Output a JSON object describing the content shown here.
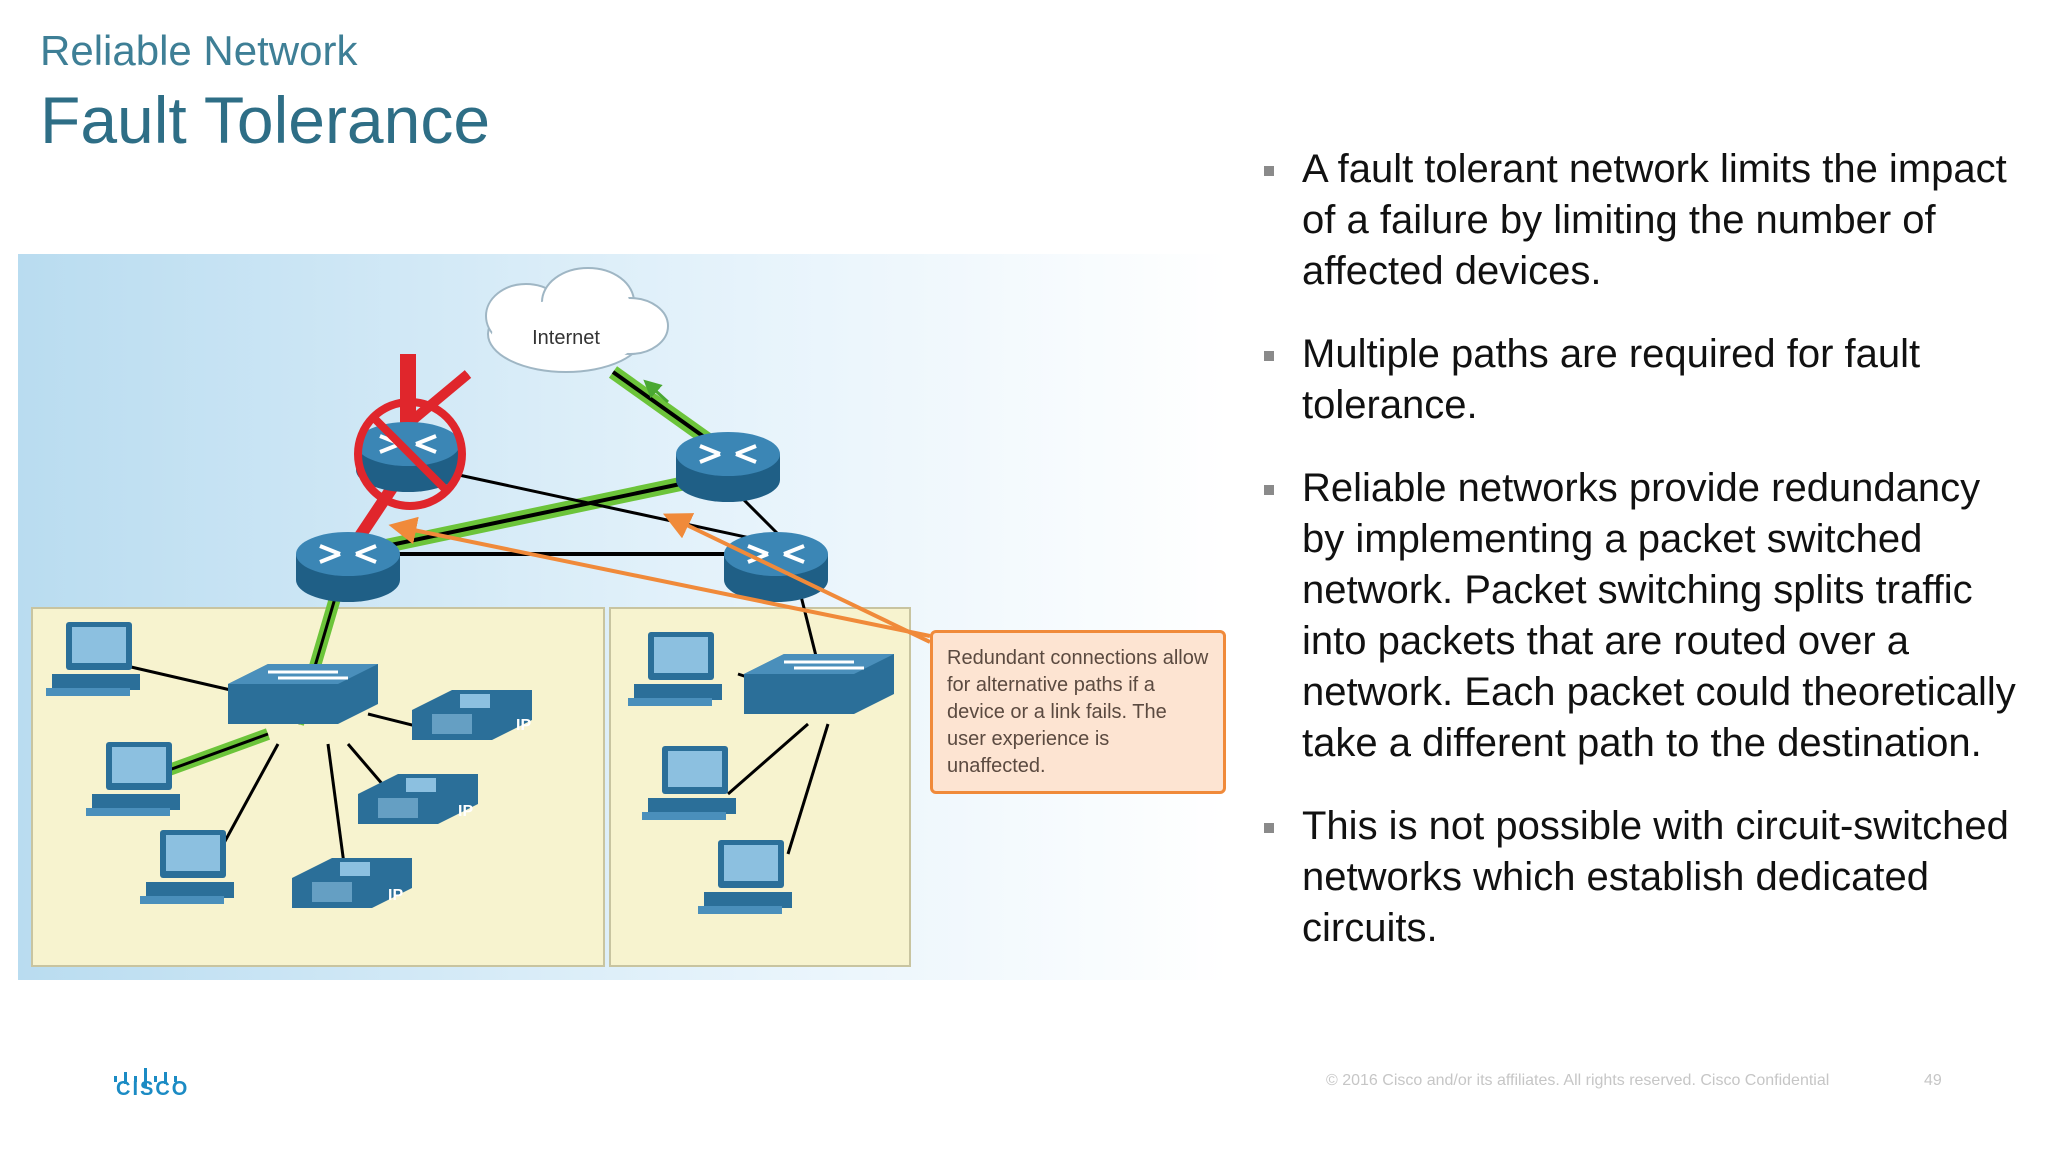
{
  "header": {
    "subtitle": "Reliable Network",
    "title": "Fault Tolerance"
  },
  "bullets": [
    "A fault tolerant network limits the impact of a failure by limiting the number of affected devices.",
    "Multiple paths are required for fault tolerance.",
    "Reliable networks provide redundancy by implementing a packet switched network.  Packet switching splits traffic into packets that are routed over a network. Each packet could theoretically take a different path to the destination.",
    "This is not possible with circuit-switched networks which establish dedicated circuits."
  ],
  "diagram": {
    "cloud_label": "Internet",
    "phone_label": "IP",
    "callout": "Redundant connections allow for alternative paths if a device or a link fails. The user experience is unaffected."
  },
  "footer": {
    "copyright": "© 2016  Cisco and/or its affiliates. All rights reserved.   Cisco Confidential",
    "page_number": "49",
    "logo_text": "CISCO"
  },
  "colors": {
    "title": "#2e6e86",
    "link_ok": "#6cc43a",
    "link_failed": "#e0262c",
    "device": "#2b6f99",
    "callout_border": "#f08a3a"
  }
}
